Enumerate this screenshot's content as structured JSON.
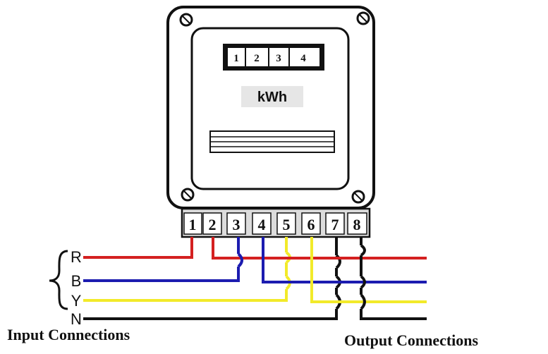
{
  "meter": {
    "digits": [
      "1",
      "2",
      "3",
      "4"
    ],
    "unit": "kWh"
  },
  "terminals": [
    "1",
    "2",
    "3",
    "4",
    "5",
    "6",
    "7",
    "8"
  ],
  "phases": [
    {
      "label": "R",
      "color": "#d42020"
    },
    {
      "label": "B",
      "color": "#1c1cb0"
    },
    {
      "label": "Y",
      "color": "#f2ea2a"
    },
    {
      "label": "N",
      "color": "#111111"
    }
  ],
  "captions": {
    "input": "Input Connections",
    "output": "Output Connections"
  }
}
